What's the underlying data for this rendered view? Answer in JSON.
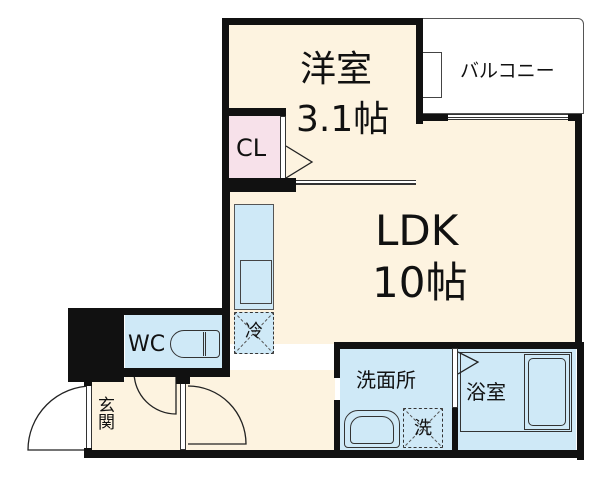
{
  "floor_plan": {
    "rooms": {
      "western_room": {
        "name": "洋室",
        "size": "3.1帖"
      },
      "closet": {
        "name": "CL"
      },
      "ldk": {
        "name": "LDK",
        "size": "10帖"
      },
      "balcony": {
        "name": "バルコニー"
      },
      "toilet": {
        "name": "WC"
      },
      "washroom": {
        "name": "洗面所"
      },
      "bathroom": {
        "name": "浴室"
      },
      "entrance": {
        "name": "玄関"
      }
    },
    "fixtures": {
      "refrigerator": "冷",
      "washing_machine": "洗"
    },
    "colors": {
      "floor": "#fdf3e0",
      "wet_area": "#cfe9f7",
      "closet": "#f7e1ea",
      "wall": "#111111"
    }
  }
}
